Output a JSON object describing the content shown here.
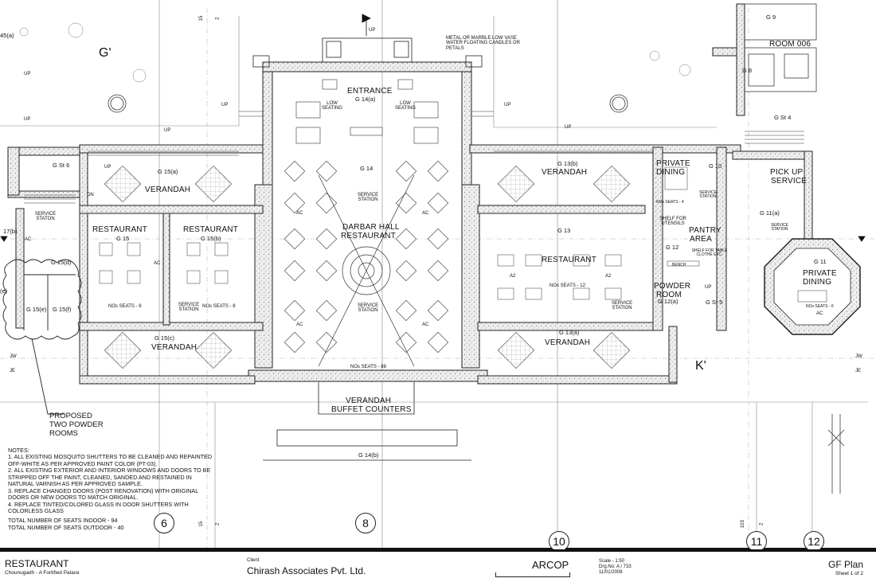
{
  "rooms": {
    "entrance": "ENTRANCE",
    "entrance_code": "G 14(a)",
    "low_seating_l": "LOW SEATING",
    "low_seating_r": "LOW SEATING",
    "vase_note": "METAL OR MARBLE LOW VASE WATER FLOATING CANDLES OR PETALS",
    "g14": "G 14",
    "service_station_top": "SERVICE STATION",
    "darbar": "DARBAR HALL",
    "darbar2": "RESTAURANT",
    "service_station_mid": "SERVICE STATION",
    "seats_center": "NOs SEATS - 88",
    "buffet1": "VERANDAH",
    "buffet2": "BUFFET COUNTERS",
    "g14b": "G 14(b)",
    "g15a": "G 15(a)",
    "verandah_tl": "VERANDAH",
    "g_st_6": "G St 6",
    "service_station_left": "SERVICE STATON",
    "restaurant_l1": "RESTAURANT",
    "g15": "G 15",
    "restaurant_l2": "RESTAURANT",
    "g15b": "G 15(b)",
    "seats_g15": "NOs SEATS - 8",
    "seats_g15b": "NOs SEATS - 8",
    "service_station_l2": "SERVICE STATION",
    "g15d": "G 15(d)",
    "g15e": "G 15(e)",
    "g15f": "G 15(f)",
    "g15c": "G 15(c)",
    "verandah_bl": "VERANDAH",
    "g13b": "G 13(b)",
    "verandah_tr": "VERANDAH",
    "g13": "G 13",
    "restaurant_r": "RESTAURANT",
    "seats_g13": "NOs SEATS - 12",
    "service_station_r": "SERVICE STATION",
    "g13a": "G 13(a)",
    "verandah_br": "VERANDAH",
    "private1": "PRIVATE",
    "dining1": "DINING",
    "g10": "G 10",
    "seats_g10": "NOs SEATS - 4",
    "service_station_g10": "SERVICE STATION",
    "shelf_utensils": "SHELF FOR UTENSILS",
    "pantry1": "PANTRY",
    "pantry2": "AREA",
    "g12": "G 12",
    "shelf_table": "SHELF FOR TABLE CLOTHE ETC.",
    "bench": "BENCH",
    "powder1": "POWDER",
    "powder2": "ROOM",
    "g12a": "G 12(a)",
    "g_st_5": "G St 5",
    "pickup1": "PICK UP",
    "pickup2": "SERVICE",
    "g11a": "G 11(a)",
    "service_station_g11a": "SERVICE STATION",
    "g_st_4": "G St 4",
    "private2": "PRIVATE",
    "dining2": "DINING",
    "g11": "G 11",
    "seats_g11": "NOs SEATS - 6",
    "room006": "ROOM 006",
    "g9": "G 9",
    "g8": "G 8",
    "proposed1": "PROPOSED",
    "proposed2": "TWO POWDER",
    "proposed3": "ROOMS",
    "g_prime": "G'",
    "k_prime": "K'",
    "label_17b": "17(b)",
    "label_45a": "45(a)",
    "label_e": "(e)"
  },
  "markers": {
    "up": "UP",
    "dn": "DN",
    "ac": "AC",
    "a2": "A2",
    "jw": "JW",
    "je": "JE",
    "num15": "15",
    "num2": "2",
    "num103": "103"
  },
  "grid_bubbles": [
    "6",
    "8",
    "10",
    "11",
    "12"
  ],
  "notes": {
    "title": "NOTES:",
    "items": [
      "1. ALL EXISTING MOSQUITO SHUTTERS TO BE CLEANED AND REPAINTED OFF-WHITE AS PER APPROVED PAINT COLOR (PT-03).",
      "2. ALL EXISTING EXTERIOR AND INTERIOR WINDOWS AND DOORS TO BE STRIPPED OFF THE PAINT, CLEANED, SANDED AND RESTAINED IN NATURAL VARNISH AS PER APPROVED SAMPLE.",
      "3. REPLACE CHANGED DOORS (POST RENOVATION) WITH ORIGINAL DOORS OR NEW DOORS TO MATCH ORIGINAL.",
      "4. REPLACE TINTED/COLORED GLASS IN DOOR SHUTTERS WITH COLORLESS GLASS"
    ],
    "seats_indoor": "TOTAL NUMBER OF SEATS INDOOR    - 94",
    "seats_outdoor": "TOTAL NUMBER OF SEATS OUTDOOR - 40"
  },
  "title_block": {
    "project": "RESTAURANT",
    "subtitle": "Chounugadh - A Fortified Palace",
    "client_label": "Client",
    "client": "Chirash Associates Pvt. Ltd.",
    "firm": "ARCOP",
    "scale": "Scale - 1:50",
    "drg_no": "Drg.No: A / 733",
    "date": "11/01/2008",
    "sheet_title": "GF Plan",
    "sheet": "Sheet 1 of 2"
  }
}
